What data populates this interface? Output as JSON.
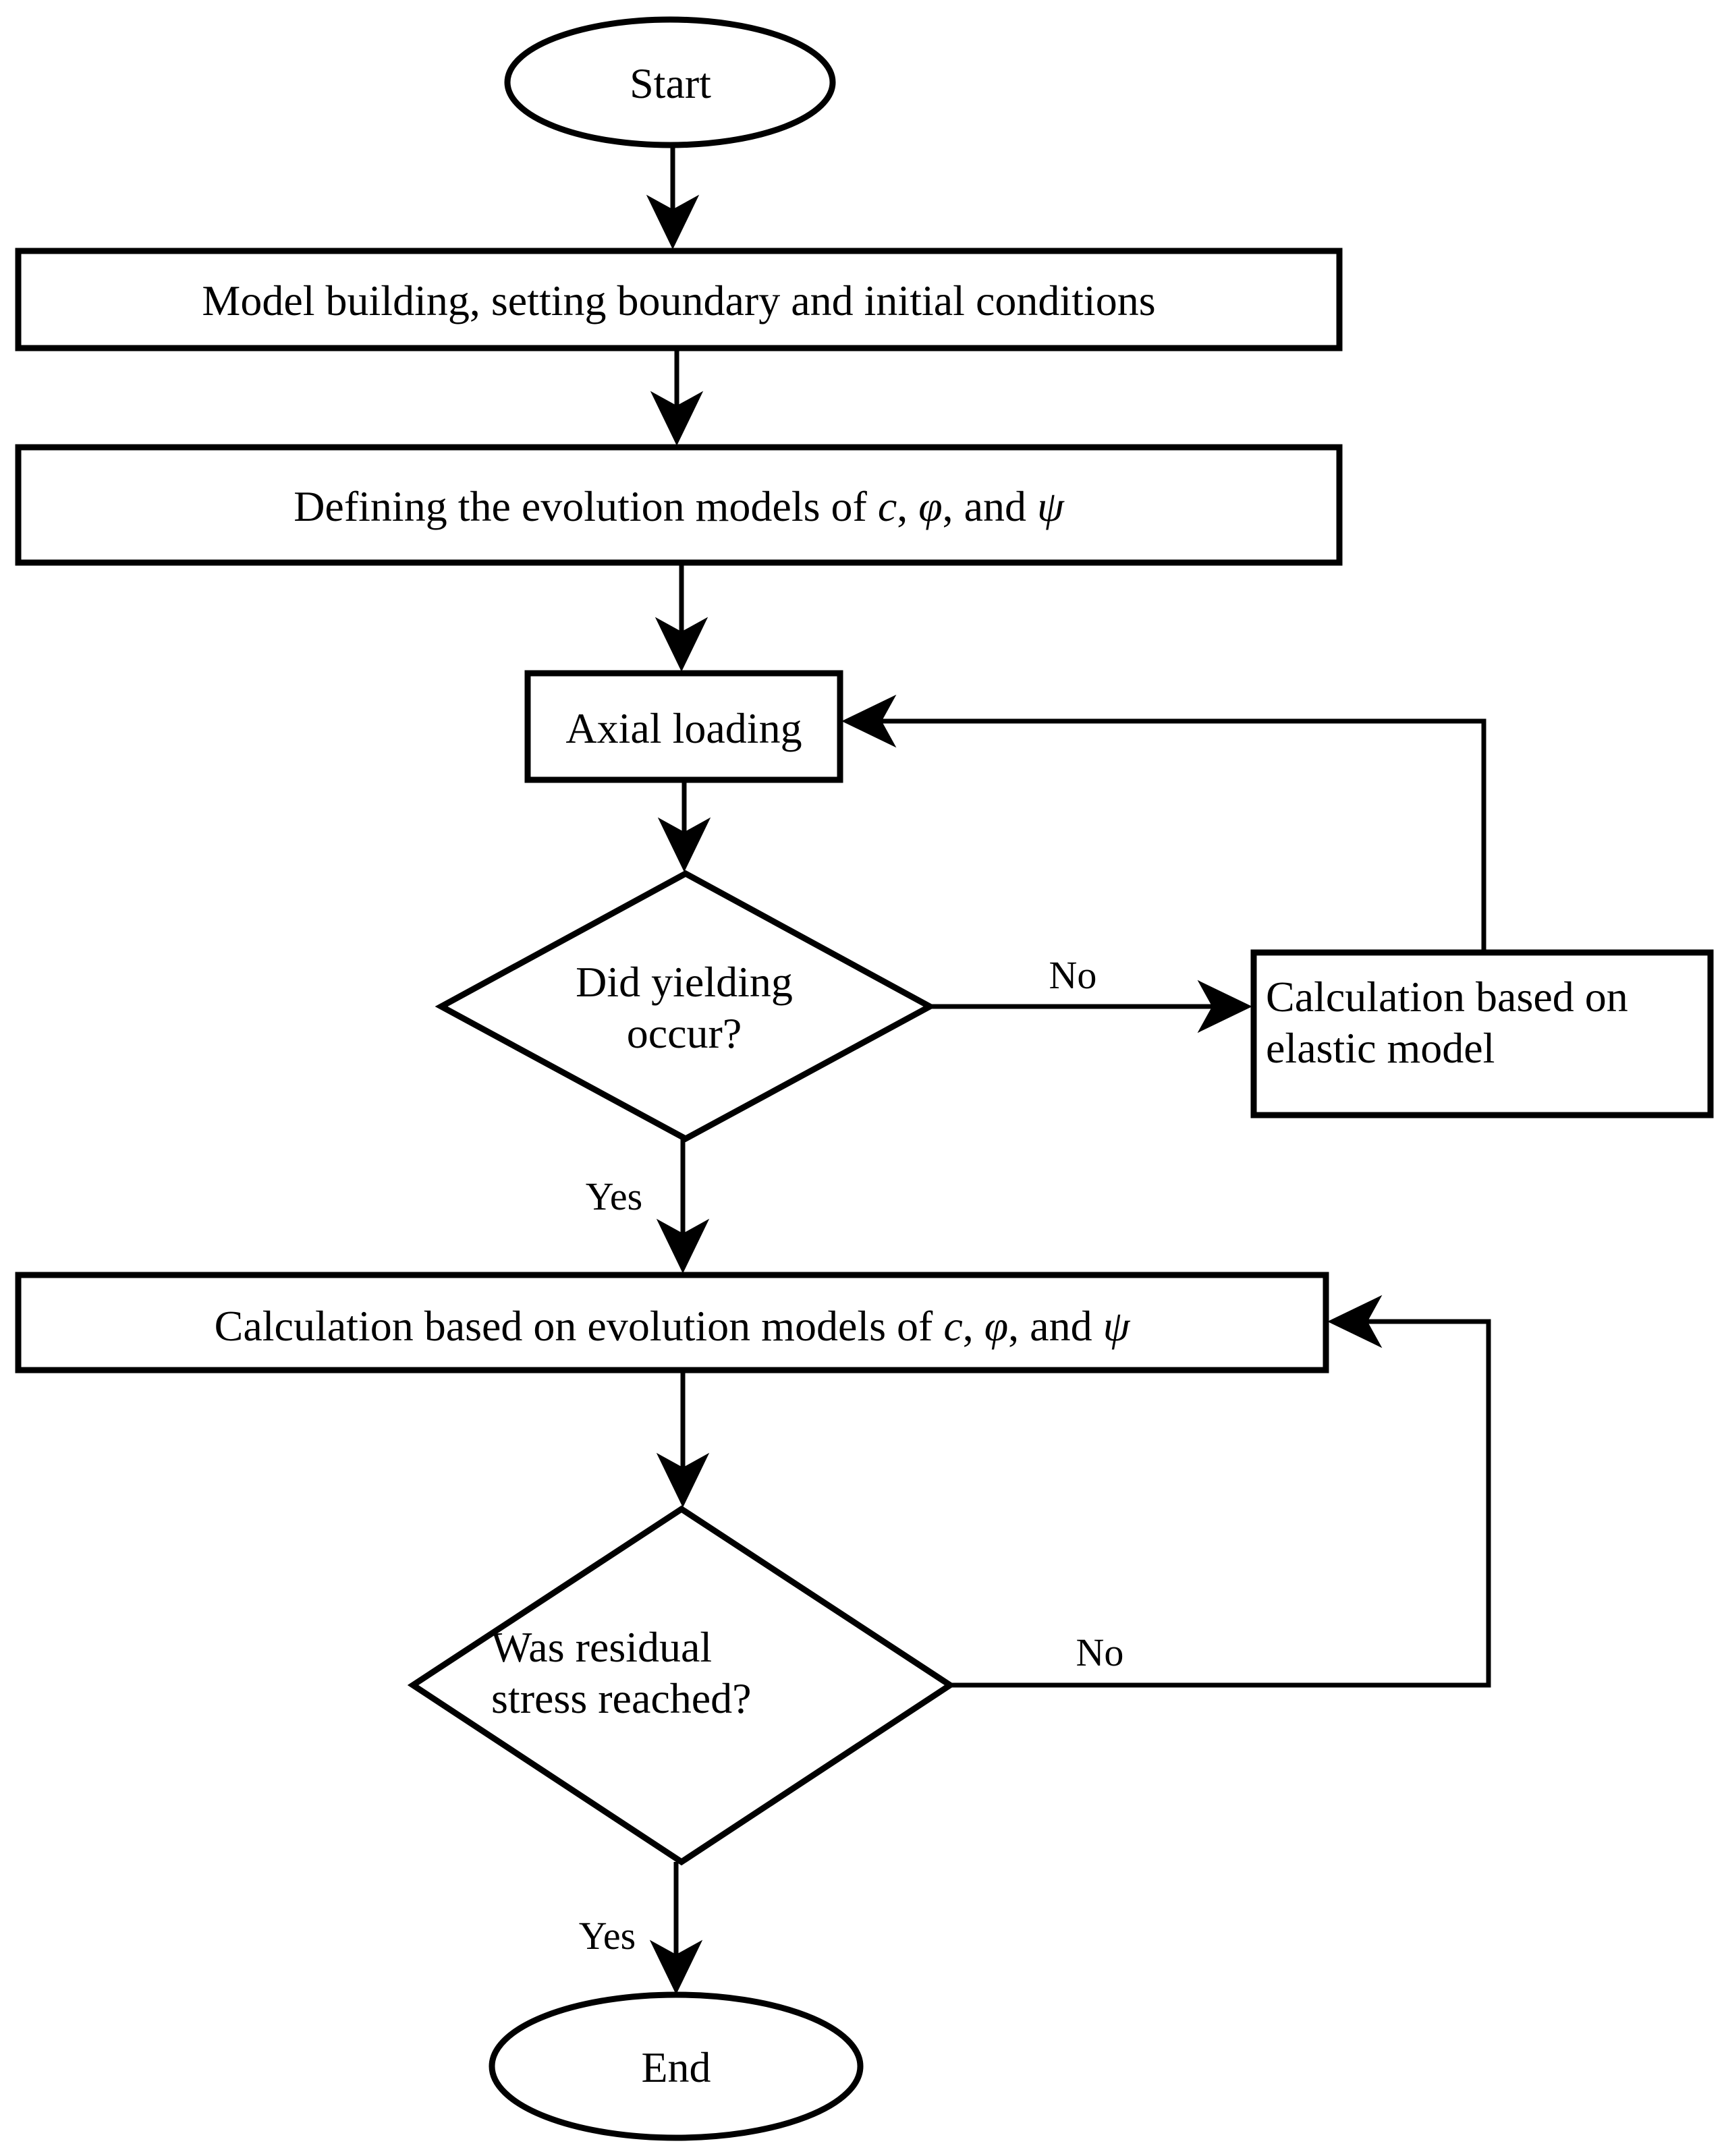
{
  "diagram": {
    "type": "flowchart",
    "orientation": "top-to-bottom",
    "background_color": "#ffffff",
    "line_color": "#000000",
    "nodes": {
      "start": {
        "id": "start",
        "shape": "ellipse",
        "label": "Start"
      },
      "model_building": {
        "id": "model_building",
        "shape": "rectangle",
        "label": "Model building, setting boundary and initial conditions"
      },
      "defining_models": {
        "id": "defining_models",
        "shape": "rectangle",
        "label_prefix": "Defining the evolution models of ",
        "sym_c": "c",
        "sep1": ", ",
        "sym_phi": "φ",
        "sep2": ", and ",
        "sym_psi": "ψ"
      },
      "axial_loading": {
        "id": "axial_loading",
        "shape": "rectangle",
        "label": "Axial loading"
      },
      "yield_check": {
        "id": "yield_check",
        "shape": "diamond",
        "line1": "Did yielding",
        "line2": "occur?"
      },
      "elastic_calc": {
        "id": "elastic_calc",
        "shape": "rectangle",
        "line1": "Calculation based on",
        "line2": "elastic model"
      },
      "evolution_calc": {
        "id": "evolution_calc",
        "shape": "rectangle",
        "label_prefix": "Calculation based on evolution models of ",
        "sym_c": "c",
        "sep1": ", ",
        "sym_phi": "φ",
        "sep2": ", and ",
        "sym_psi": "ψ"
      },
      "residual_check": {
        "id": "residual_check",
        "shape": "diamond",
        "line1": "Was residual",
        "line2": "stress reached?"
      },
      "end": {
        "id": "end",
        "shape": "ellipse",
        "label": "End"
      }
    },
    "edge_labels": {
      "yield_no": "No",
      "yield_yes": "Yes",
      "residual_no": "No",
      "residual_yes": "Yes"
    },
    "edges": [
      {
        "from": "start",
        "to": "model_building",
        "label": ""
      },
      {
        "from": "model_building",
        "to": "defining_models",
        "label": ""
      },
      {
        "from": "defining_models",
        "to": "axial_loading",
        "label": ""
      },
      {
        "from": "axial_loading",
        "to": "yield_check",
        "label": ""
      },
      {
        "from": "yield_check",
        "to": "elastic_calc",
        "label": "No"
      },
      {
        "from": "elastic_calc",
        "to": "axial_loading",
        "label": ""
      },
      {
        "from": "yield_check",
        "to": "evolution_calc",
        "label": "Yes"
      },
      {
        "from": "evolution_calc",
        "to": "residual_check",
        "label": ""
      },
      {
        "from": "residual_check",
        "to": "evolution_calc",
        "label": "No"
      },
      {
        "from": "residual_check",
        "to": "end",
        "label": "Yes"
      }
    ]
  }
}
